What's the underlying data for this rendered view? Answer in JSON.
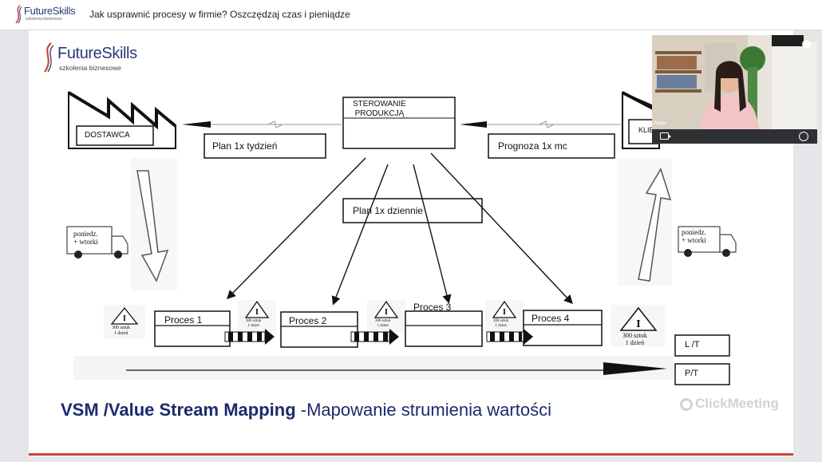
{
  "app": {
    "logo_text": "FutureSkills",
    "logo_sub": "szkolenia biznesowe",
    "meeting_title": "Jak usprawnić procesy w firmie? Oszczędzaj czas i pieniądze"
  },
  "slide": {
    "logo_text": "FutureSkills",
    "logo_sub": "szkolenia biznesowe",
    "supplier": "DOSTAWCA",
    "customer": "KLIENT",
    "control": "STEROWANIE\nPRODUKCJĄ",
    "plan_week": "Plan 1x tydzień",
    "forecast": "Prognoza 1x mc",
    "plan_daily": "Plan 1x dziennie",
    "truck_left": "poniedz.\n+ wtorki",
    "truck_right": "poniedz.\n+ wtorki",
    "processes": [
      "Proces 1",
      "Proces 2",
      "Proces 3",
      "Proces 4"
    ],
    "inventory_small": "300 sztuk\n1 dzień",
    "inventory_mid": "300 sztuk\n1 dzień",
    "inventory_end": "300 sztuk\n1 dzień",
    "lt": "L /T",
    "pt": "P/T",
    "title_bold": "VSM /Value Stream Mapping",
    "title_rest": " -Mapowanie strumienia wartości",
    "watermark": "ClickMeeting"
  },
  "webcam": {
    "participant": "Adela",
    "camera_icon": "camera-icon",
    "chat_icon": "chat-icon"
  }
}
